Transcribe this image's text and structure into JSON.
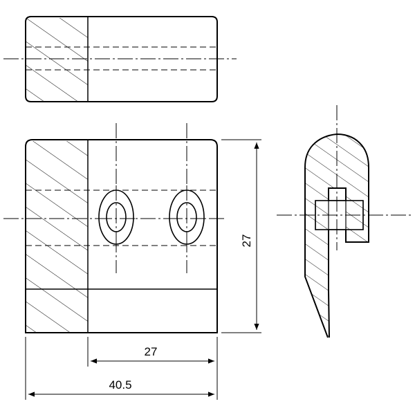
{
  "dimensions": {
    "width_inner": "27",
    "width_total": "40.5",
    "height": "27"
  },
  "colors": {
    "line": "#000000",
    "background": "#ffffff"
  }
}
